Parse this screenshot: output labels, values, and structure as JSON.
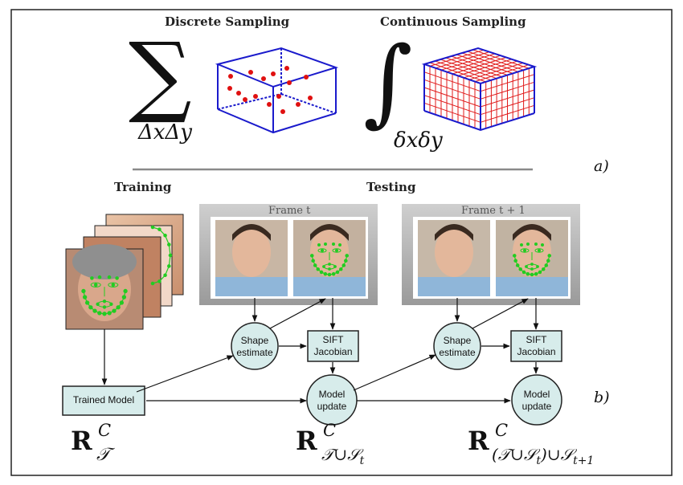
{
  "top": {
    "discrete_title": "Discrete Sampling",
    "continuous_title": "Continuous Sampling",
    "sum_symbol": "∑",
    "integral_symbol": "∫",
    "discrete_measure": "ΔxΔy",
    "continuous_measure": "δxδy",
    "panel_label": "a)"
  },
  "bottom": {
    "training_title": "Training",
    "testing_title": "Testing",
    "frame1_title": "Frame t",
    "frame2_title": "Frame t + 1",
    "shape_estimate_1": [
      "Shape",
      "estimate"
    ],
    "sift_1": [
      "SIFT",
      "Jacobian"
    ],
    "model_update_1": [
      "Model",
      "update"
    ],
    "shape_estimate_2": [
      "Shape",
      "estimate"
    ],
    "sift_2": [
      "SIFT",
      "Jacobian"
    ],
    "model_update_2": [
      "Model",
      "update"
    ],
    "trained_model": "Trained Model",
    "panel_label": "b)"
  },
  "formulas": {
    "r1_base": "R",
    "r1_sup": "C",
    "r1_sub": "𝒯",
    "r2_base": "R",
    "r2_sup": "C",
    "r2_sub": "𝒯∪𝒮",
    "r2_subsub": "t",
    "r3_base": "R",
    "r3_sup": "C",
    "r3_sub": "(𝒯∪𝒮",
    "r3_subsub1": "t",
    "r3_sub2": ")∪𝒮",
    "r3_subsub2": "t+1"
  },
  "colors": {
    "box_blue": "#1a1acc",
    "point_red": "#e01010",
    "grid_red": "#e01a1a",
    "node_fill": "#d7eceb",
    "landmark_green": "#22cc22",
    "divider": "#8a8a8a"
  }
}
